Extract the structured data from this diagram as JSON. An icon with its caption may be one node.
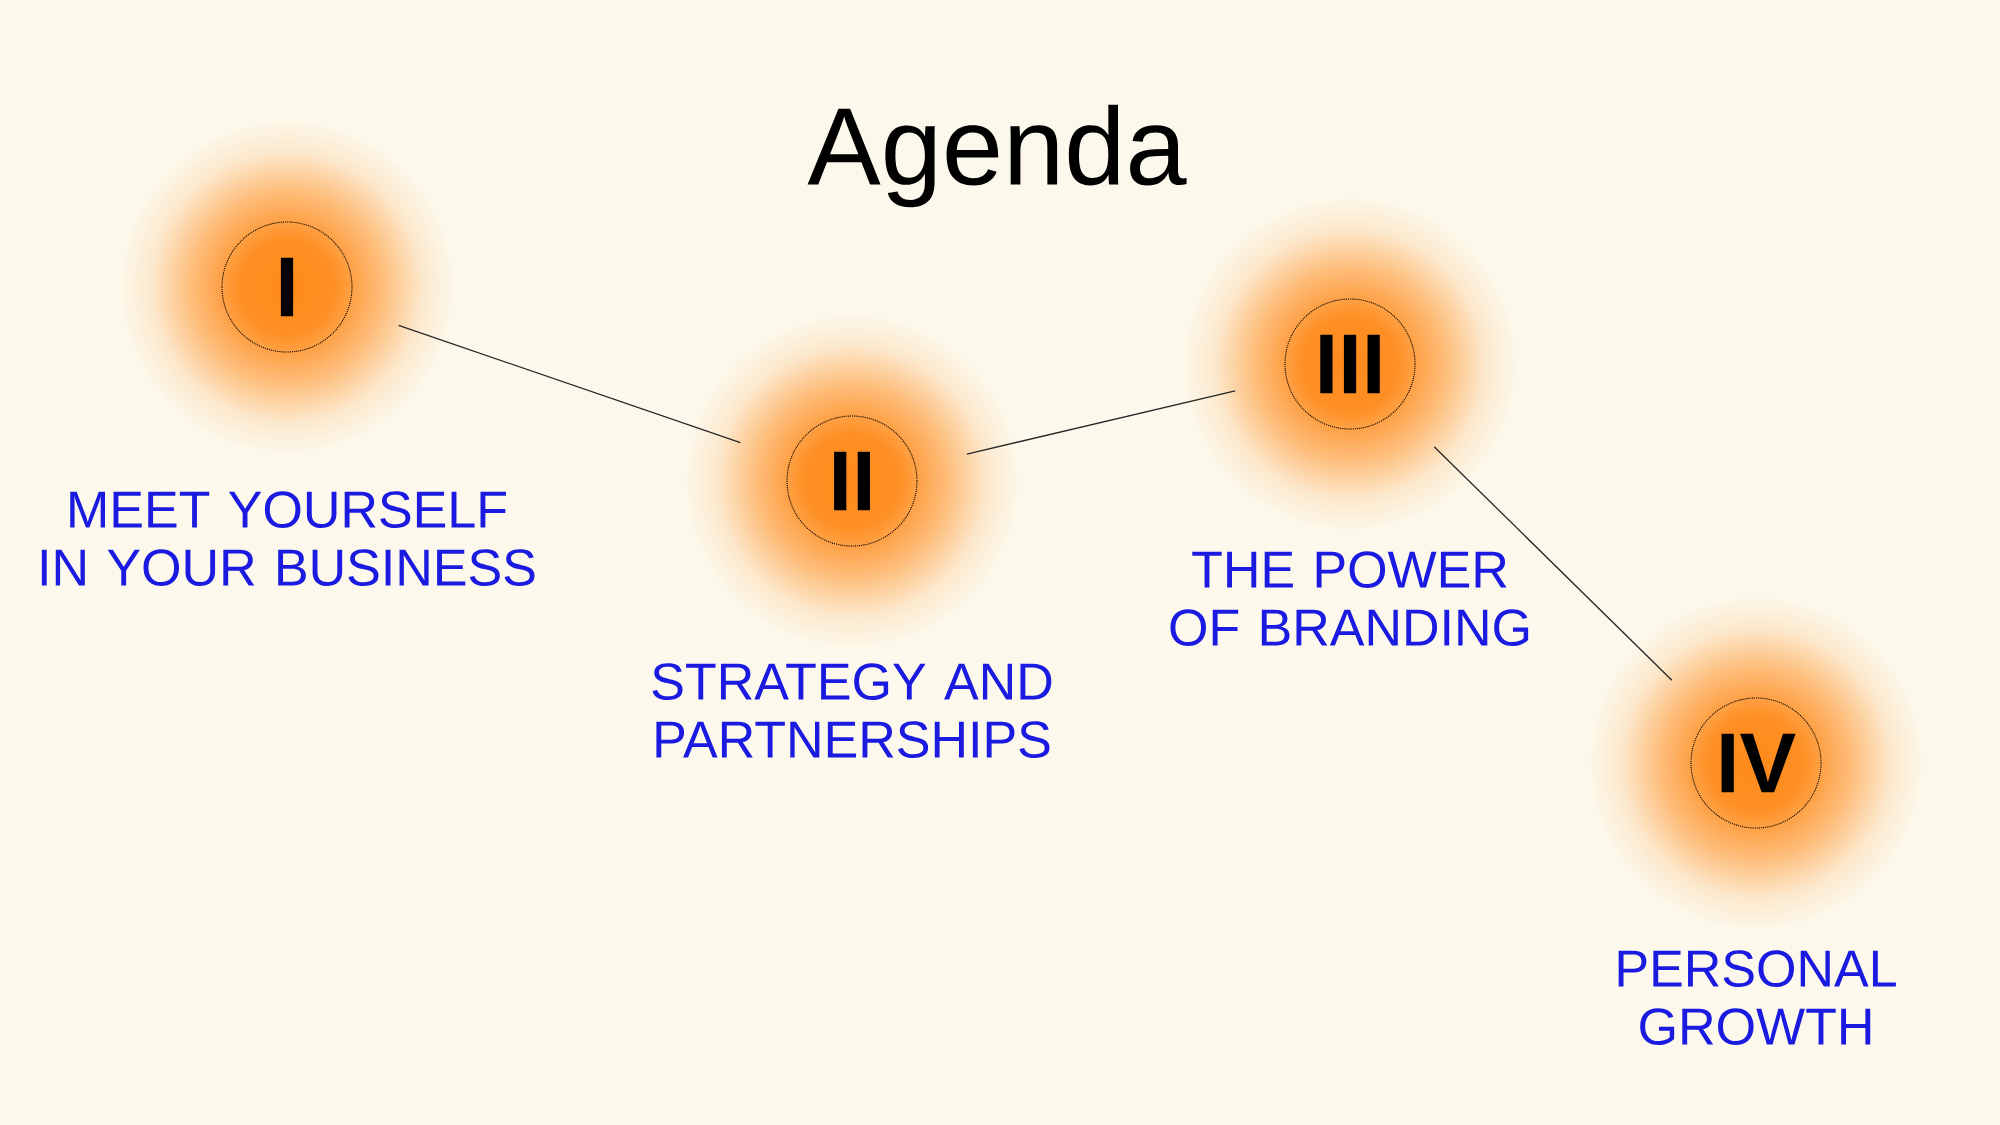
{
  "diagram": {
    "title": "Agenda",
    "nodes": [
      {
        "text": [
          "I"
        ],
        "beside": [
          "MEET YOURSELF IN YOUR BUSINESS"
        ]
      },
      {
        "text": [
          "II"
        ],
        "beside": [
          "STRATEGY AND PARTNERSHIPS"
        ]
      },
      {
        "text": [
          "III"
        ],
        "beside": [
          "THE POWER OF BRANDING"
        ]
      },
      {
        "text": [
          "IV"
        ],
        "beside": [
          "PERSONAL GROWTH"
        ]
      }
    ],
    "edges": [
      {
        "from": 0,
        "to": 1,
        "arrow": "none"
      },
      {
        "from": 1,
        "to": 2,
        "arrow": "none"
      },
      {
        "from": 2,
        "to": 3,
        "arrow": "none"
      }
    ]
  }
}
